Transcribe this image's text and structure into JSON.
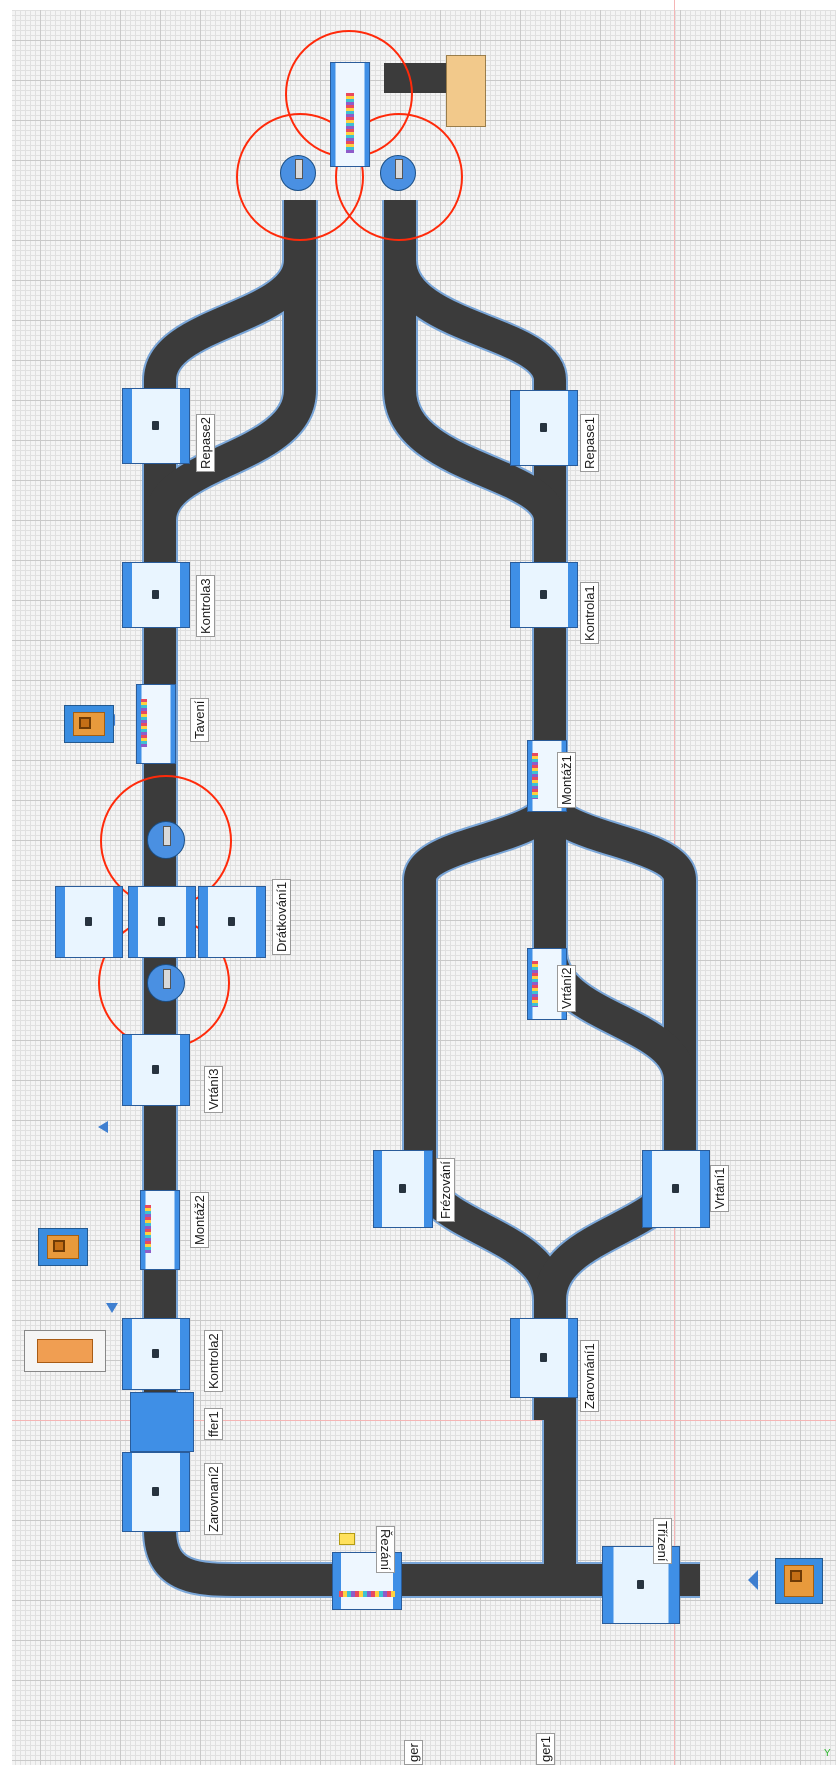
{
  "canvas": {
    "name": "Simulation model view"
  },
  "colors": {
    "belt": "#3b3b3b",
    "belt_edge": "#7aa6d8",
    "machine": "#3f8fe6",
    "robot_range": "#ff2a0a",
    "material": "#e89a3c"
  },
  "stations": {
    "repase2": "Repase2",
    "kontrola3": "Kontrola3",
    "taveni": "Tavení",
    "dratkovani1": "Drátkování1",
    "vrtani3": "Vrtání3",
    "montaz2": "Montáž2",
    "kontrola2": "Kontrola2",
    "zarovnani2": "Zarovnaní2",
    "buffer1": "ffer1",
    "repase1": "Repase1",
    "kontrola1": "Kontrola1",
    "montaz1": "Montáž1",
    "vrtani2": "Vrtání2",
    "frezovani": "Frézování",
    "vrtani1": "Vrtání1",
    "zarovnani1": "Zarovnání1",
    "rezani": "Řezání",
    "trizeni": "Třízení"
  },
  "partial_labels": {
    "ger": "ger",
    "ger1": "ger1"
  },
  "axis": {
    "y_label": "Y"
  }
}
